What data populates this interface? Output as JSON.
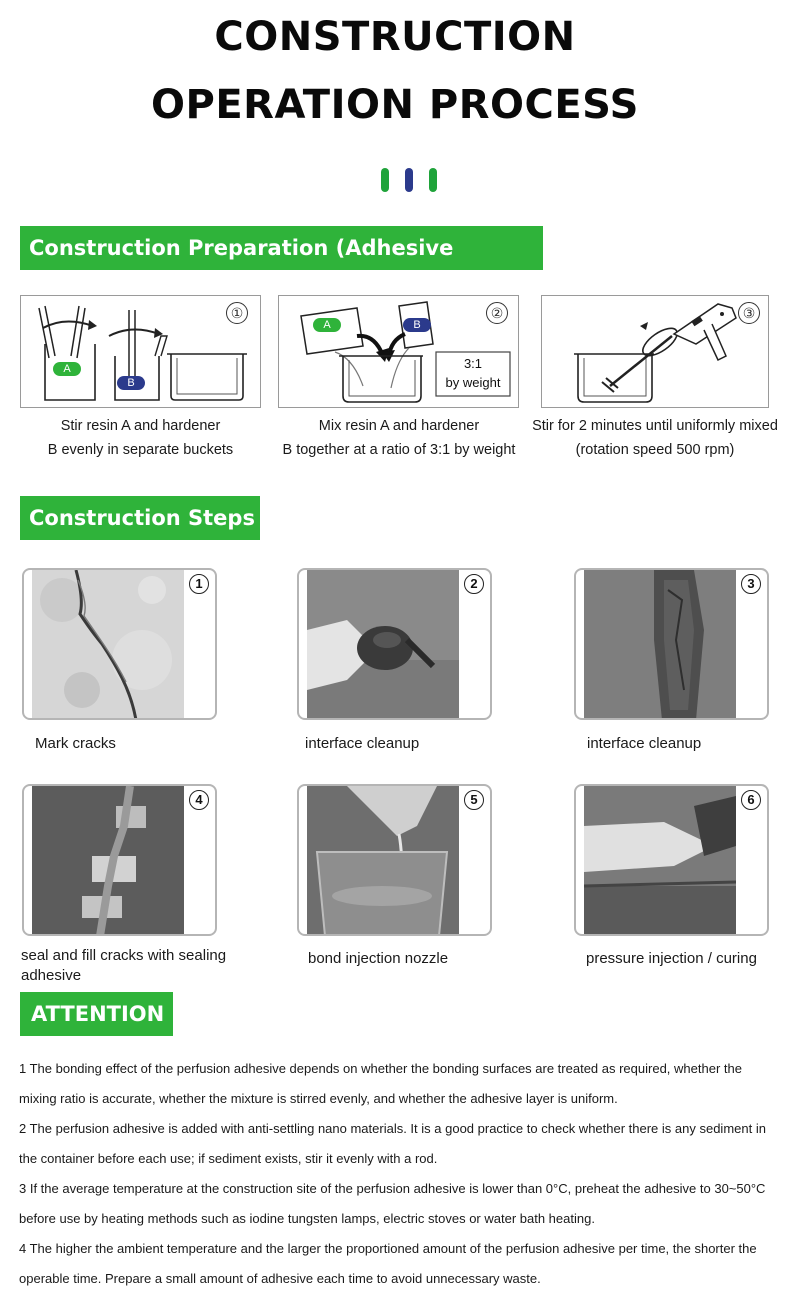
{
  "title": {
    "line1": "CONSTRUCTION",
    "line2": "OPERATION PROCESS"
  },
  "dots": [
    "#1fa33a",
    "#2b3a8c",
    "#1fa33a"
  ],
  "colors": {
    "accent_green": "#2fb33a",
    "resin_a": "#2fb33a",
    "hardener_b": "#2b3a8c"
  },
  "preparation": {
    "heading": "Construction Preparation (Adhesive Mixing)",
    "items": [
      {
        "number": "①",
        "badge_a": "A",
        "badge_b": "B",
        "caption_1": "Stir resin A and hardener",
        "caption_2": "B evenly in separate buckets"
      },
      {
        "number": "②",
        "badge_a": "A",
        "badge_b": "B",
        "ratio_1": "3:1",
        "ratio_2": "by weight",
        "caption_1": "Mix resin A and hardener",
        "caption_2": "B together at a ratio of 3:1 by weight"
      },
      {
        "number": "③",
        "caption_1": "Stir for 2 minutes until uniformly mixed",
        "caption_2": "(rotation speed 500 rpm)"
      }
    ]
  },
  "steps": {
    "heading": "Construction Steps",
    "items": [
      {
        "number": "1",
        "label": "Mark cracks",
        "photo": "marked-crack-photo"
      },
      {
        "number": "2",
        "label": "interface cleanup",
        "photo": "brush-cleaning-photo"
      },
      {
        "number": "3",
        "label": "interface cleanup",
        "photo": "cleaned-crack-photo"
      },
      {
        "number": "4",
        "label": "seal and fill cracks with sealing adhesive",
        "photo": "sealed-crack-photo"
      },
      {
        "number": "5",
        "label": "bond injection nozzle",
        "photo": "adhesive-pouring-photo"
      },
      {
        "number": "6",
        "label": "pressure injection / curing",
        "photo": "pressure-injection-photo"
      }
    ]
  },
  "attention": {
    "heading": "ATTENTION",
    "items": [
      "1 The bonding effect of the perfusion adhesive depends on whether the bonding surfaces are treated as required, whether the mixing ratio is accurate, whether the mixture is stirred evenly, and whether the adhesive layer is uniform.",
      "2 The perfusion adhesive is added with anti-settling nano materials. It is a good practice to check whether there is any sediment in the container before each use; if sediment exists, stir it evenly with a rod.",
      "3 If the average temperature at the construction site of the perfusion adhesive is lower than 0°C, preheat the adhesive to 30~50°C before use by heating methods such as iodine tungsten lamps, electric stoves or water bath heating.",
      "4 The higher the ambient temperature and the larger the proportioned amount of the perfusion adhesive per time, the shorter the operable time. Prepare a small amount of adhesive each time to avoid unnecessary waste."
    ]
  }
}
